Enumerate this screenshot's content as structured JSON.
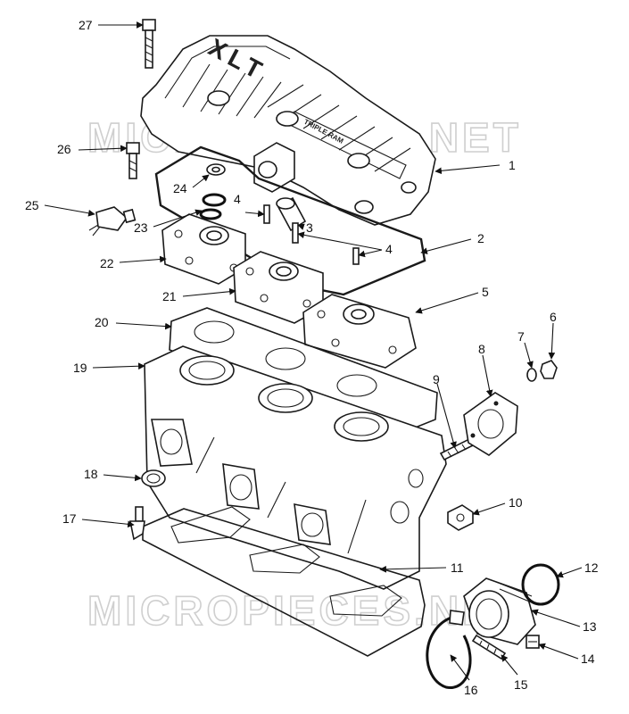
{
  "watermark": {
    "top": "MICROPIECES.NET",
    "bottom": "MICROPIECES.NET"
  },
  "cover_marking": {
    "model": "XLT",
    "plate": "TRIPLE RAM"
  },
  "callouts": [
    "1",
    "2",
    "3",
    "4",
    "4",
    "5",
    "6",
    "7",
    "8",
    "9",
    "10",
    "11",
    "12",
    "13",
    "14",
    "15",
    "16",
    "17",
    "18",
    "19",
    "20",
    "21",
    "22",
    "23",
    "24",
    "25",
    "26",
    "27"
  ]
}
